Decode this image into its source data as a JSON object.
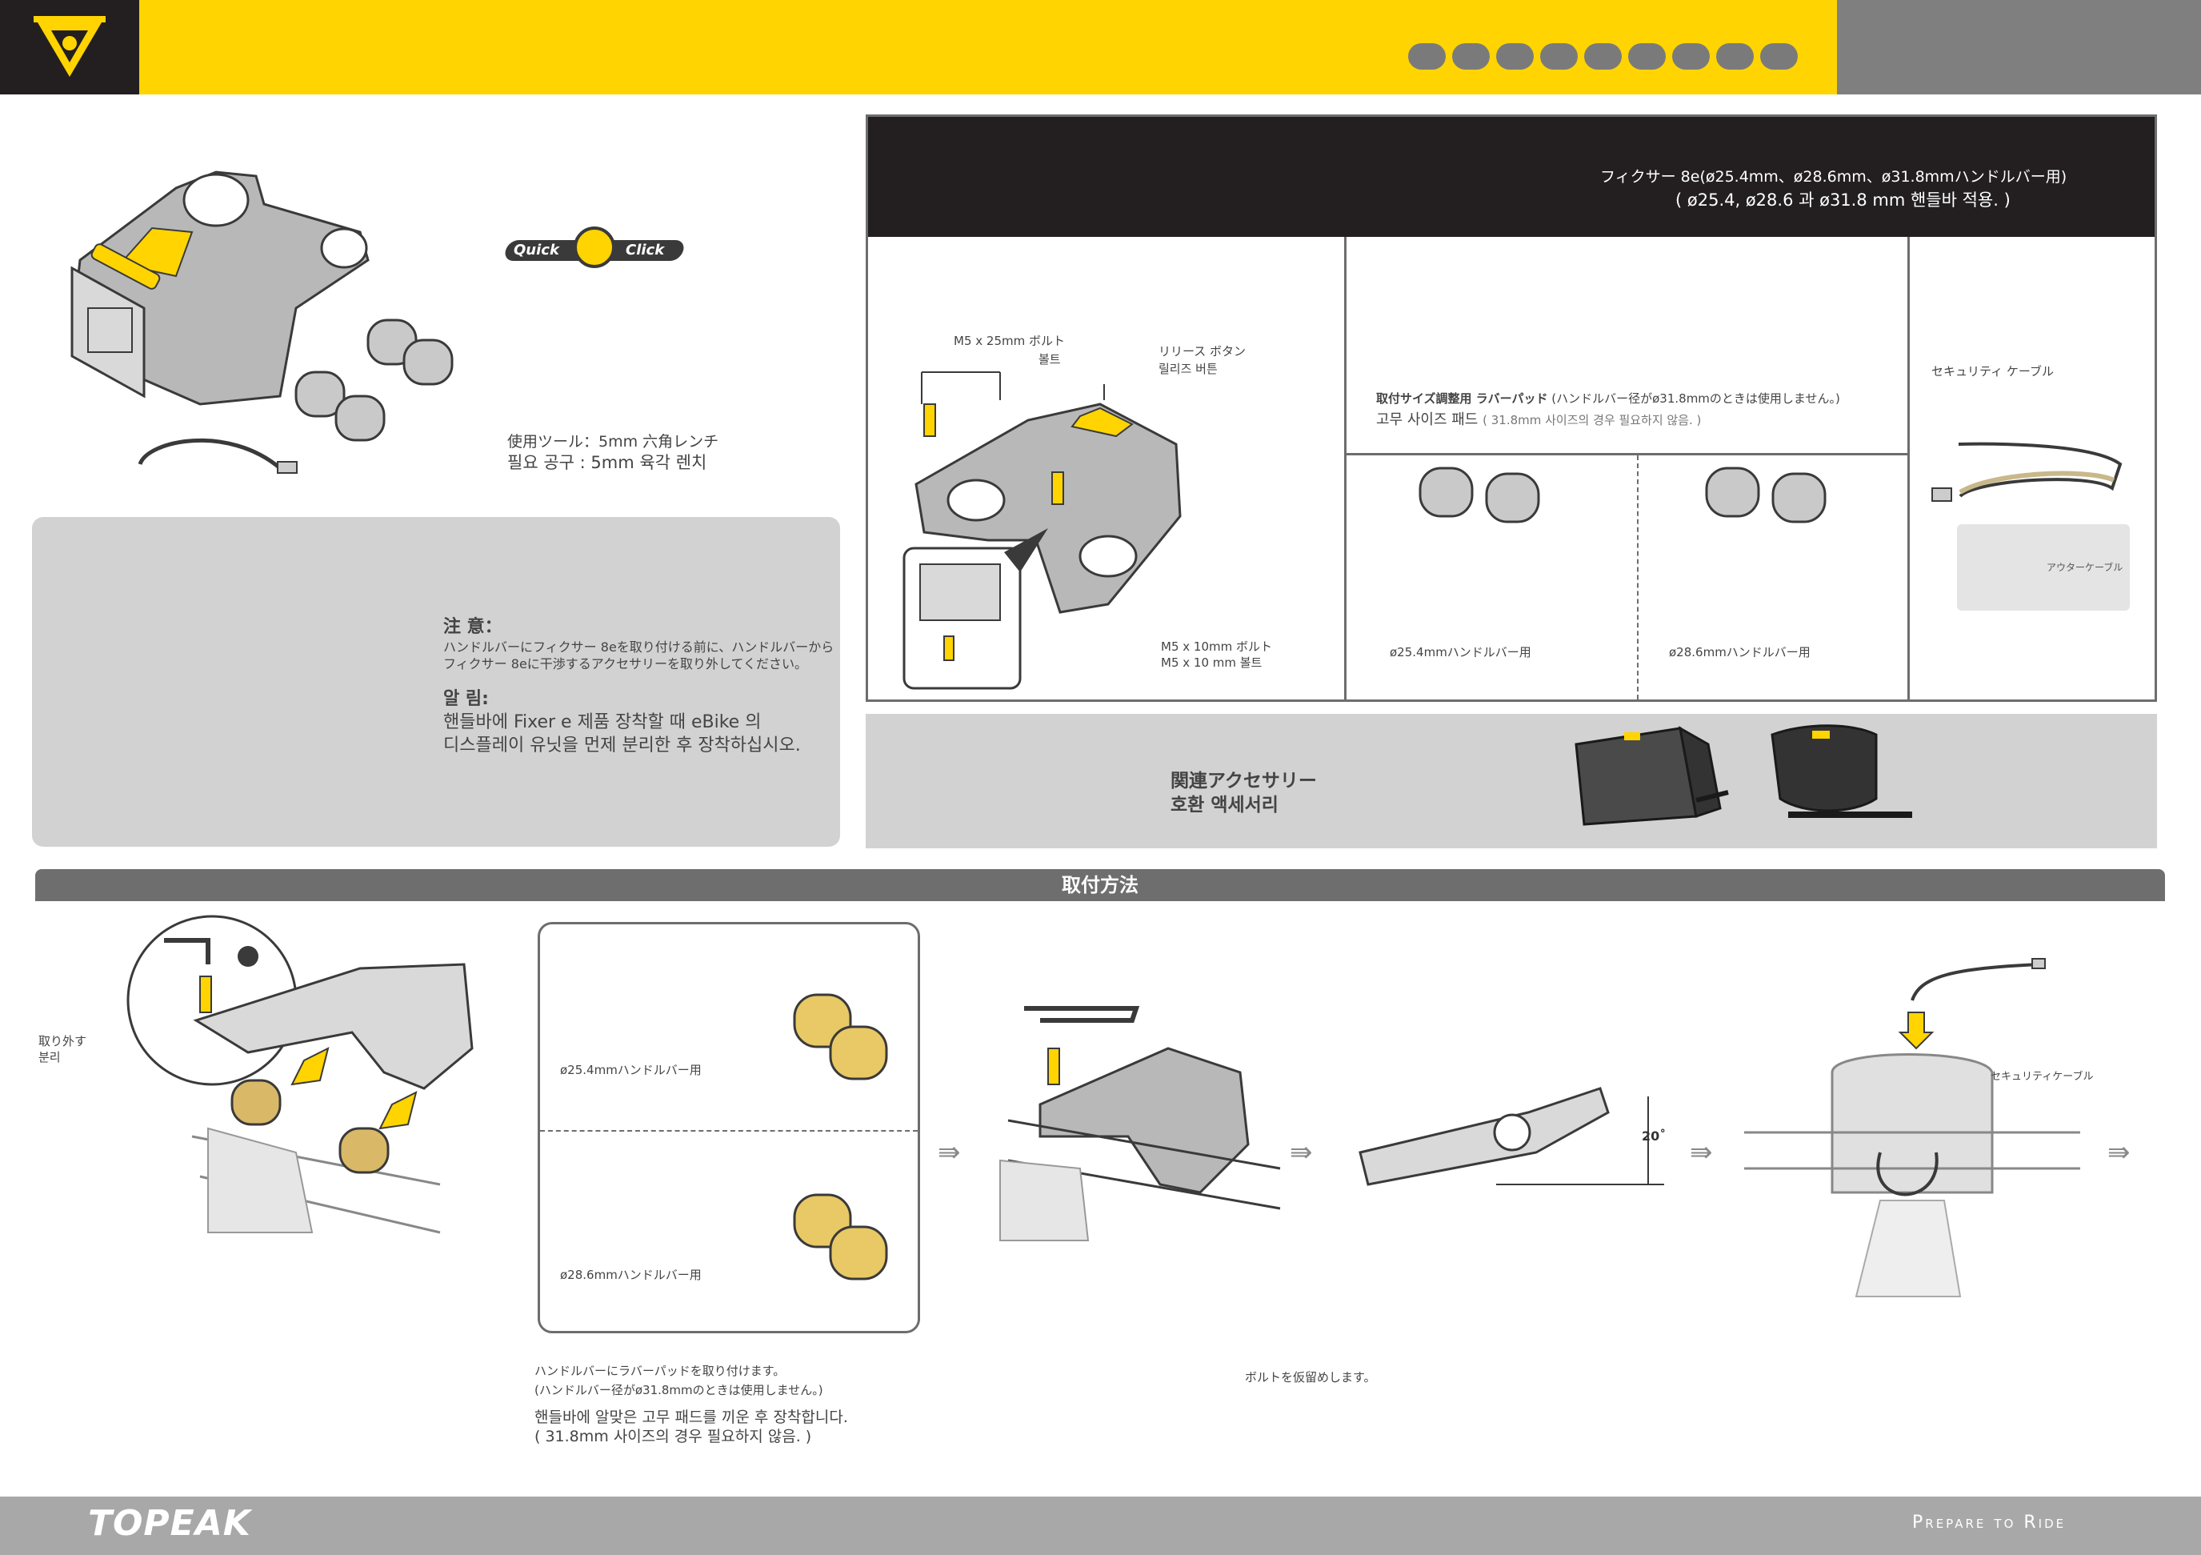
{
  "header": {
    "dot_count": 9,
    "colors": {
      "yellow": "#ffd400",
      "dark": "#231f20",
      "grey": "#807f80"
    }
  },
  "brand": {
    "quick_click_logo_left": "Quick",
    "quick_click_logo_right": "Click",
    "footer_logo": "TOPEAK",
    "tagline": "Prepare to Ride"
  },
  "tools": {
    "ja": "使用ツール：5mm 六角レンチ",
    "ko": "필요 공구 : 5mm 육각 렌치"
  },
  "spec": {
    "title_ja": "フィクサー 8e(ø25.4mm、ø28.6mm、ø31.8mmハンドルバー用)",
    "title_ko": "( ø25.4, ø28.6 과 ø31.8 mm 핸들바 적용. )",
    "bolt_long_ja": "M5 x 25mm ボルト",
    "bolt_long_ko": "볼트",
    "release_ja": "リリース ボタン",
    "release_ko": "릴리즈 버튼",
    "bolt_short_ja": "M5 x 10mm ボルト",
    "bolt_short_ko": "M5 x 10 mm 볼트",
    "pad_title_ja": "取付サイズ調整用 ラバーパッド",
    "pad_note_ja": "(ハンドルバー径がø31.8mmのときは使用しません。)",
    "pad_title_ko": "고무 사이즈 패드",
    "pad_note_ko": "( 31.8mm 사이즈의 경우 필요하지 않음. )",
    "pad_254": "ø25.4mmハンドルバー用",
    "pad_286": "ø28.6mmハンドルバー用",
    "cable_ja": "セキュリティ ケーブル",
    "outer_cable": "アウターケーブル"
  },
  "notice": {
    "ja_title": "注 意：",
    "ja_line1": "ハンドルバーにフィクサー 8eを取り付ける前に、ハンドルバーから",
    "ja_line2": "フィクサー 8eに干渉するアクセサリーを取り外してください。",
    "ko_title": "알 림:",
    "ko_line1": "핸들바에 Fixer   e 제품 장착할 때 eBike 의",
    "ko_line2": "디스플레이 유닛을 먼제 분리한 후 장착하십시오."
  },
  "accessory": {
    "ja": "関連アクセサリー",
    "ko": "호환 액세서리"
  },
  "install": {
    "title": "取付方法",
    "remove_ja": "取り外す",
    "remove_ko": "분리",
    "pad_254": "ø25.4mmハンドルバー用",
    "pad_286": "ø28.6mmハンドルバー用",
    "step2_ja1": "ハンドルバーにラバーパッドを取り付けます。",
    "step2_ja2": "(ハンドルバー径がø31.8mmのときは使用しません。)",
    "step2_ko1": "핸들바에 알맞은 고무 패드를 끼운 후 장착합니다.",
    "step2_ko2": "( 31.8mm 사이즈의 경우 필요하지 않음. )",
    "step3_ja": "ボルトを仮留めします。",
    "angle": "20˚",
    "cable_ja": "セキュリティケーブル"
  }
}
